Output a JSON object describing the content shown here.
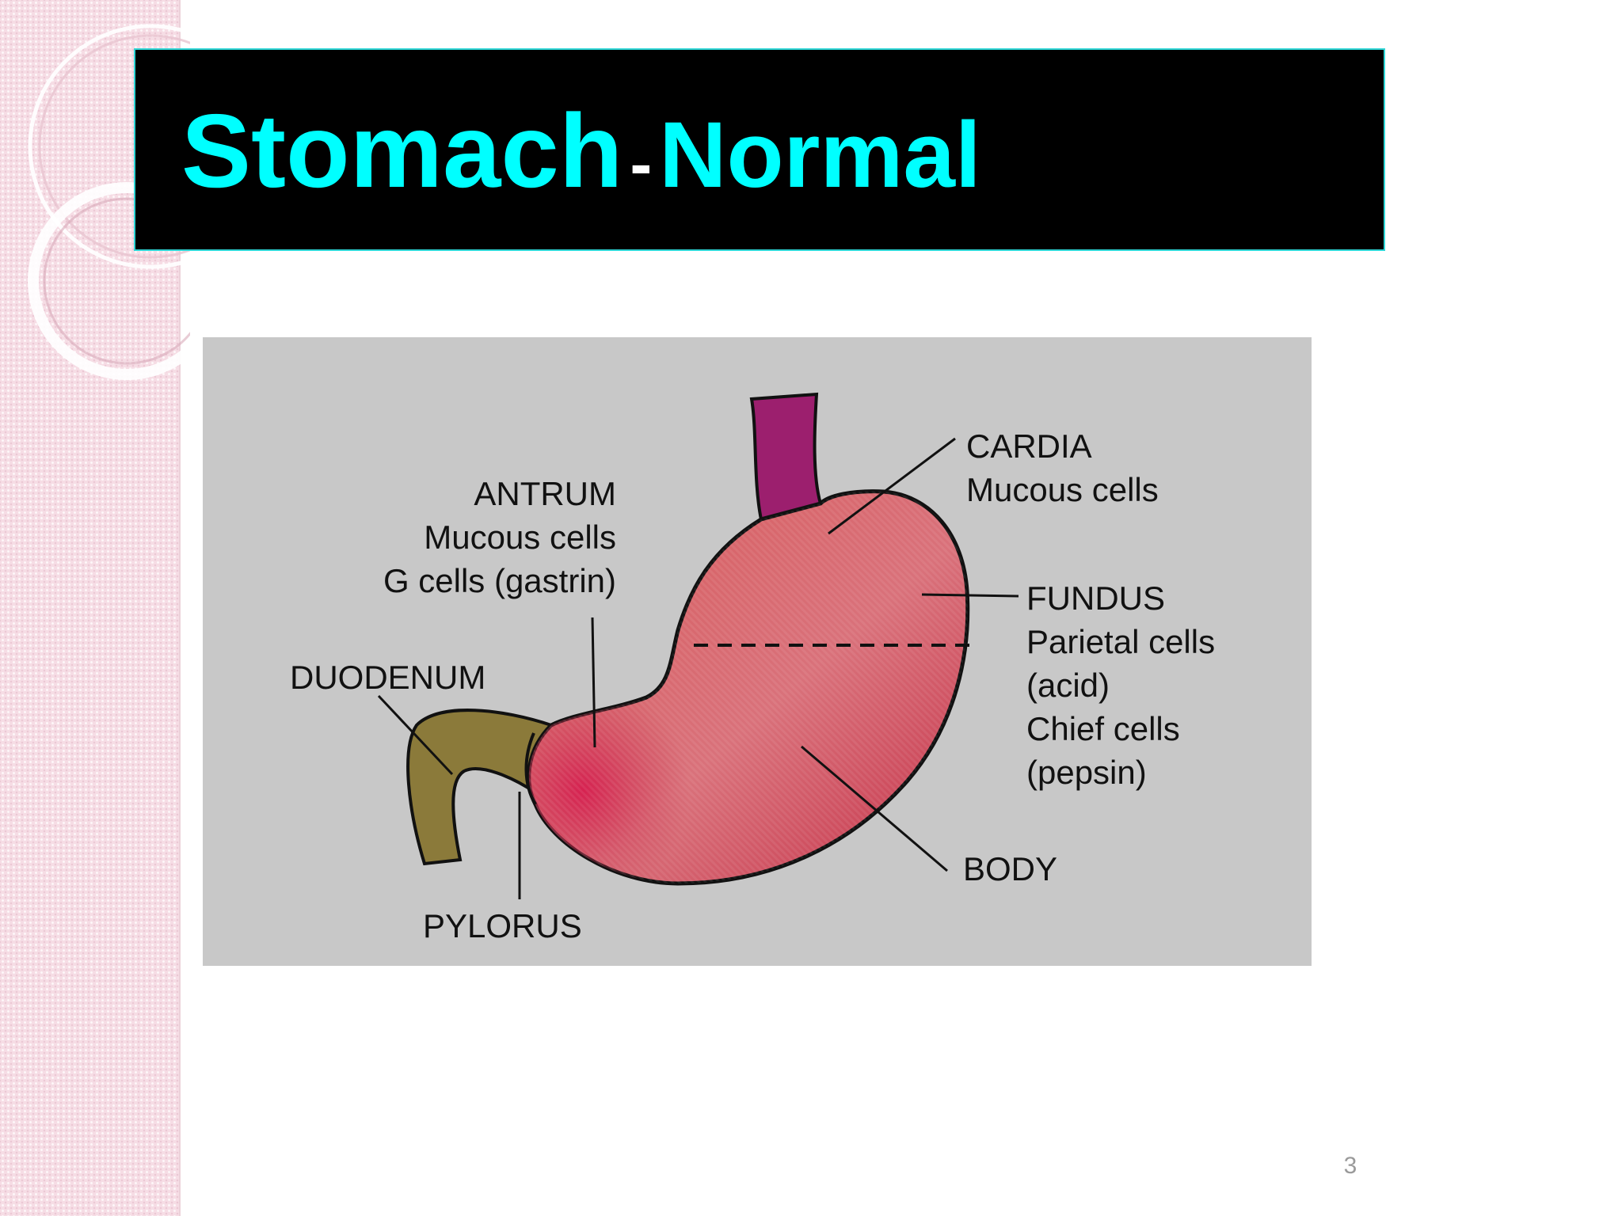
{
  "slide": {
    "title_main": "Stomach",
    "title_dash": "-",
    "title_sub": "Normal",
    "page_number": "3"
  },
  "diagram": {
    "labels": {
      "cardia": [
        "CARDIA",
        "Mucous cells"
      ],
      "antrum": [
        "ANTRUM",
        "Mucous cells",
        "G cells (gastrin)"
      ],
      "fundus": [
        "FUNDUS",
        "Parietal cells",
        "(acid)",
        "Chief cells",
        "(pepsin)"
      ],
      "duodenum": "DUODENUM",
      "body": "BODY",
      "pylorus": "PYLORUS"
    }
  },
  "colors": {
    "title_bar": "#000000",
    "title_text": "#00ffff",
    "title_border": "#2fd6d6",
    "side_strip": "#f6dde5",
    "panel": "#c8c8c8",
    "stomach": "#c93a52",
    "esophagus": "#9c1f6e",
    "cardia_zone": "#e0732c",
    "duodenum": "#8b7a3a"
  }
}
